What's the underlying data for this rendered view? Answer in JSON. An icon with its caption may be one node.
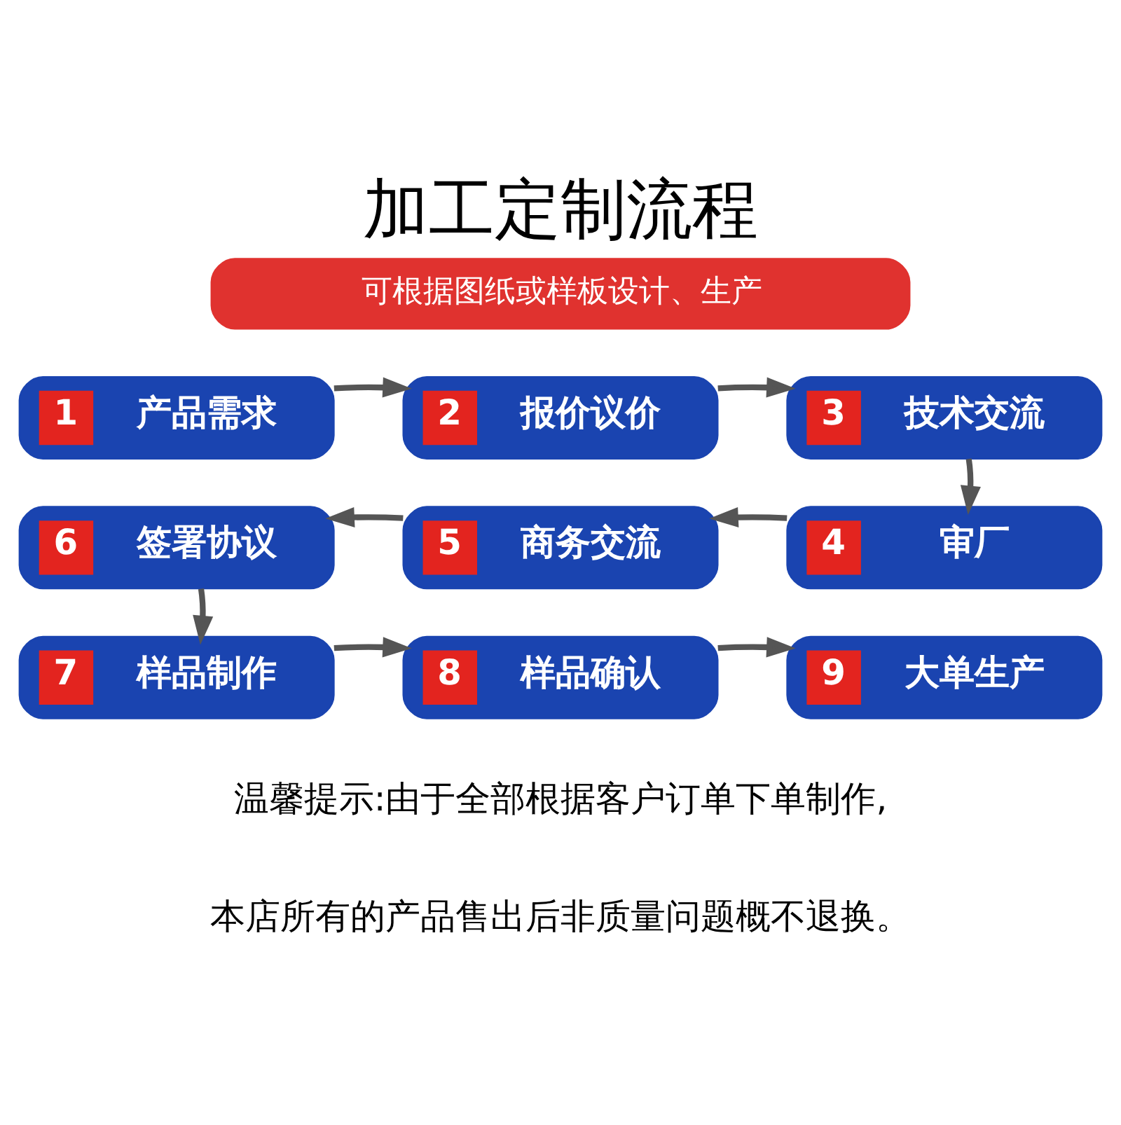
{
  "diagram": {
    "title": "加工定制流程",
    "nodes": [
      {
        "text": [
          "可根据图纸或样板设计、生产"
        ]
      },
      {
        "text": [
          "1",
          "产品需求"
        ]
      },
      {
        "text": [
          "2",
          "报价议价"
        ]
      },
      {
        "text": [
          "3",
          "技术交流"
        ]
      },
      {
        "text": [
          "4",
          "审厂"
        ]
      },
      {
        "text": [
          "5",
          "商务交流"
        ]
      },
      {
        "text": [
          "6",
          "签署协议"
        ]
      },
      {
        "text": [
          "7",
          "样品制作"
        ]
      },
      {
        "text": [
          "8",
          "样品确认"
        ]
      },
      {
        "text": [
          "9",
          "大单生产"
        ]
      }
    ],
    "edges": [
      {
        "from": 1,
        "to": 2,
        "arrow": "to"
      },
      {
        "from": 2,
        "to": 3,
        "arrow": "to"
      },
      {
        "from": 3,
        "to": 4,
        "arrow": "to"
      },
      {
        "from": 4,
        "to": 5,
        "arrow": "to"
      },
      {
        "from": 5,
        "to": 6,
        "arrow": "to"
      },
      {
        "from": 6,
        "to": 7,
        "arrow": "to"
      },
      {
        "from": 7,
        "to": 8,
        "arrow": "to"
      },
      {
        "from": 8,
        "to": 9,
        "arrow": "to"
      }
    ],
    "labels": [
      "温馨提示:由于全部根据客户订单下单制作,",
      "本店所有的产品售出后非质量问题概不退换。"
    ]
  }
}
